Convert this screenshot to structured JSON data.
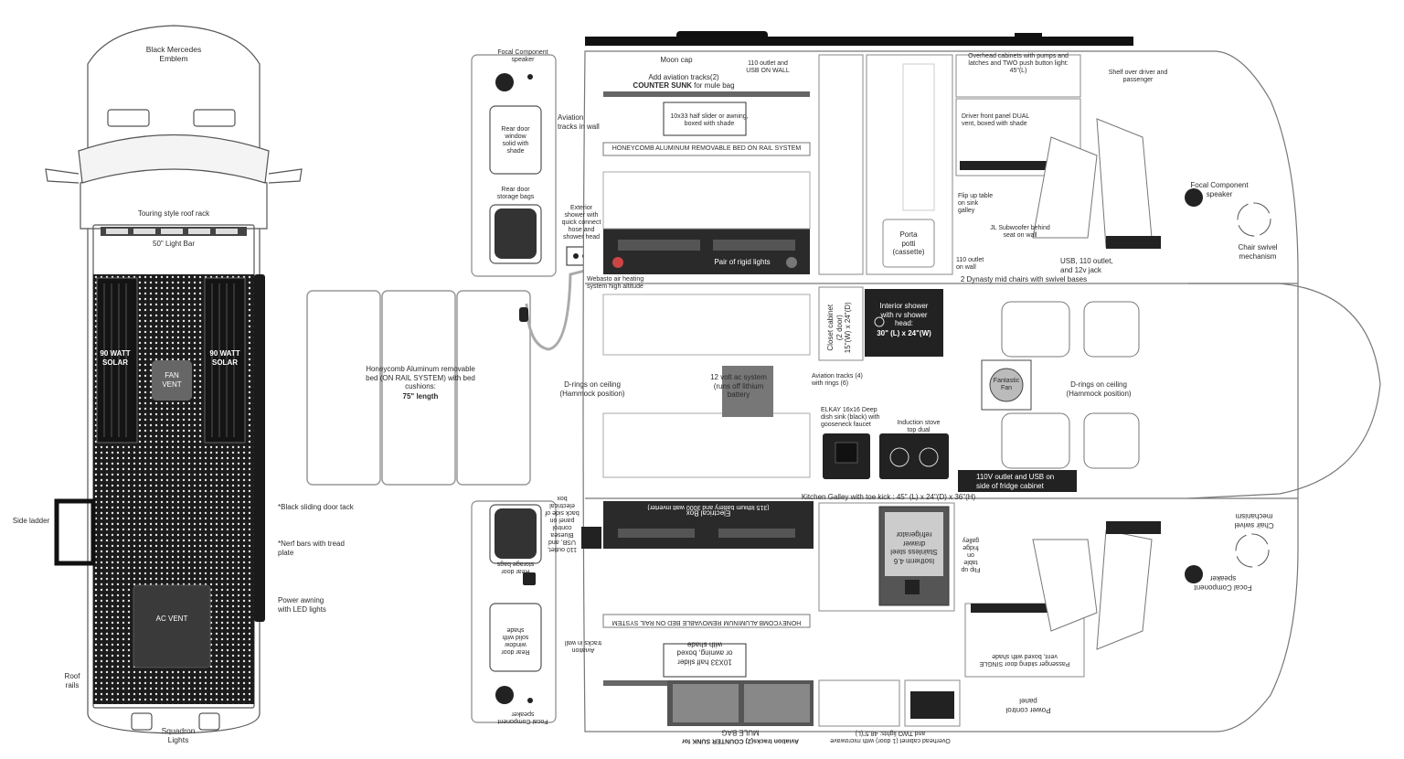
{
  "top_view": {
    "emblem": "Black Mercedes\nEmblem",
    "roof_rack": "Touring style roof rack",
    "light_bar": "50\" Light Bar",
    "solar_left": "90 WATT\nSOLAR",
    "solar_right": "90 WATT\nSOLAR",
    "fan_vent": "FAN\nVENT",
    "ac_vent": "AC VENT",
    "side_ladder": "Side ladder",
    "roof_rails": "Roof\nrails",
    "squadron_lights": "Squadron\nLights",
    "sliding_door_track": "*Black sliding door tack",
    "nerf_bars": "*Nerf bars with tread\nplate",
    "power_awning": "Power awning\nwith LED lights"
  },
  "rear_doors_top": {
    "speaker": "Focal Component\nspeaker",
    "window": "Rear door\nwindow\nsolid with\nshade",
    "storage": "Rear door\nstorage bags",
    "aviation_wall": "Aviation\ntracks in wall",
    "ext_shower": "Exterior\nshower with\nquick connect\nhose and\nshower head"
  },
  "bed_unfolded": {
    "text": "Honeycomb Aluminum removable\nbed (ON RAIL SYSTEM) with bed\ncushions:",
    "length": "75\" length"
  },
  "plan_top": {
    "moon_cap": "Moon cap",
    "outlet_wall": "110 outlet and\nUSB ON WALL",
    "add_aviation": "Add aviation tracks(2)",
    "counter_sunk": "COUNTER SUNK",
    "mule_bag": " for mule bag",
    "half_slider": "10x33 half slider or awning,\nboxed with shade",
    "honeycomb_bed": "HONEYCOMB ALUMINUM REMOVABLE BED ON RAIL SYSTEM",
    "rigid_lights": "Pair of rigid lights",
    "porta_potti": "Porta\npotti\n(cassette)",
    "overhead": "Overhead cabinets with pumps and\nlatches and TWO push button light:\n45\"(L)",
    "driver_panel": "Driver front panel DUAL\nvent, boxed with shade",
    "shelf": "Shelf over driver and\npassenger",
    "flip_table": "Flip up table\non sink\ngalley",
    "subwoofer": "JL Subwoofer behind\nseat on wall",
    "outlet_110_wall": "110 outlet\non wall",
    "usb_jack": "USB, 110 outlet,\nand 12v jack",
    "focal_front": "Focal Component\nspeaker",
    "chair_swivel": "Chair swivel\nmechanism",
    "dynasty": "2 Dynasty mid chairs with swivel bases",
    "webasto": "Webasto air heating\nsystem high altitude"
  },
  "plan_mid": {
    "d_rings_left": "D-rings on ceiling\n(Hammock position)",
    "ac_system": "12 volt ac system\n(runs off lithium\nbattery",
    "closet": "Closet cabinet\n(2 door)\n15\"(W) x 24\"(D)",
    "shower": "Interior shower\nwith rv shower\nhead:",
    "shower_size": "30\" (L) x 24\"(W)",
    "aviation_rings": "Aviation tracks (4)\nwith rings (6)",
    "fantastic_fan": "Fantastic\nFan",
    "d_rings_right": "D-rings on ceiling\n(Hammock position)",
    "sink": "ELKAY 16x16 Deep\ndish sink (black) with\ngooseneck faucet",
    "stove": "Induction stove\ntop dual",
    "outlet_fridge": "110V outlet and USB on\nside of fridge cabinet",
    "kitchen_galley": "Kitchen Galley with toe kick : 45\" (L) x 24\"(D) x 36\"(H)"
  },
  "plan_bottom": {
    "electrical_box": "Electrical Box",
    "battery": "(315 lithium battery and 3000 watt inverter)",
    "bluesea": "110 outlet,\nUSB, and\nBluesea\ncontrol\npanel on\nback side of\nelectrical\nbox",
    "fridge": "Isotherm 4.6\nStainless steel\ndrawer\nrefrigerator",
    "flip_table_fridge": "Flip up\ntable\non\nfridge\ngalley",
    "chair_swivel": "Chair swivel\nmechanism",
    "focal": "Focal Component\nspeaker",
    "honeycomb_bed": "HONEYCOMB ALUMINUM REMOVABLE BED ON RAIL SYSTEM",
    "half_slider": "10X33 half slider\nor awning, boxed\nwith shade",
    "passenger_door": "Passenger sliding door SINGLE\nvent, boxed with shade",
    "power_panel": "Power control\npanel",
    "mule_bag": "MULE BAG",
    "aviation_sunk": "Aviation tracks(2) COUNTER SUNK for",
    "overhead_micro": "Overhead cabinet (1 door) with microwave\nand TWO lights: 48.5\"(L)"
  },
  "rear_doors_bottom": {
    "storage": "Rear door\nstorage bags",
    "window": "Rear door\nwindow\nsolid with\nshade",
    "aviation_wall": "Aviation\ntracks in wall",
    "speaker": "Focal Component\nspeaker"
  }
}
